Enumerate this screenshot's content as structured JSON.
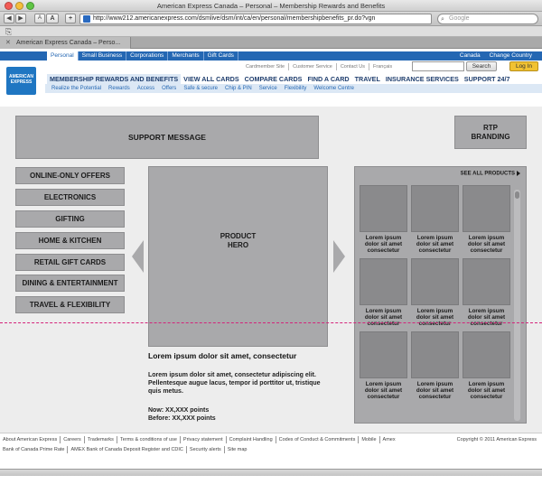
{
  "browser": {
    "window_title": "American Express Canada – Personal – Membership Rewards and Benefits",
    "back_label": "◀",
    "forward_label": "▶",
    "text_small_label": "A",
    "text_large_label": "A",
    "add_label": "+",
    "url": "http://www212.americanexpress.com/dsmlive/dsm/int/ca/en/personal/membershipbenefits_pr.do?vgn",
    "search_placeholder": "Google",
    "tab_title": "American Express Canada – Perso..."
  },
  "site": {
    "user_tabs": [
      "Personal",
      "Small Business",
      "Corporations",
      "Merchants",
      "Gift Cards"
    ],
    "country": [
      "Canada",
      "Change Country"
    ],
    "logo_text": "AMERICAN EXPRESS",
    "utility_links": [
      "Cardmember Site",
      "Customer Service",
      "Contact Us",
      "Français"
    ],
    "search_label": "Search",
    "login_label": "Log In",
    "main_nav": [
      "MEMBERSHIP REWARDS AND BENEFITS",
      "VIEW ALL CARDS",
      "COMPARE CARDS",
      "FIND A CARD",
      "TRAVEL",
      "INSURANCE SERVICES",
      "SUPPORT 24/7"
    ],
    "sub_nav": [
      "Realize the Potential",
      "Rewards",
      "Access",
      "Offers",
      "Safe & secure",
      "Chip & PIN",
      "Service",
      "Flexibility",
      "Welcome Centre"
    ]
  },
  "wireframe": {
    "support_message": "SUPPORT MESSAGE",
    "rtp_line1": "RTP",
    "rtp_line2": "BRANDING",
    "categories": [
      "ONLINE-ONLY OFFERS",
      "ELECTRONICS",
      "GIFTING",
      "HOME & KITCHEN",
      "RETAIL GIFT CARDS",
      "DINING & ENTERTAINMENT",
      "TRAVEL & FLEXIBILITY"
    ],
    "hero_line1": "PRODUCT",
    "hero_line2": "HERO",
    "hero_title": "Lorem ipsum dolor sit amet, consectetur",
    "hero_desc": "Lorem ipsum dolor sit amet, consectetur adipiscing elit. Pellentesque augue lacus, tempor id porttitor ut, tristique quis metus.",
    "hero_now": "Now: XX,XXX points",
    "hero_before": "Before: XX,XXX points",
    "see_all": "SEE ALL PRODUCTS",
    "product_caption_1": "Lorem ipsum",
    "product_caption_2": "dolor sit amet",
    "product_caption_3": "consectetur"
  },
  "footer": {
    "links_row1": [
      "About American Express",
      "Careers",
      "Trademarks",
      "Terms & conditions of use",
      "Privacy statement",
      "Complaint Handling",
      "Codes of Conduct & Commitments",
      "Mobile",
      "Amex"
    ],
    "copyright": "Copyright © 2011 American Express",
    "links_row2": [
      "Bank of Canada Prime Rate",
      "AMEX Bank of Canada Deposit Register and CDIC",
      "Security alerts",
      "Site map"
    ]
  }
}
